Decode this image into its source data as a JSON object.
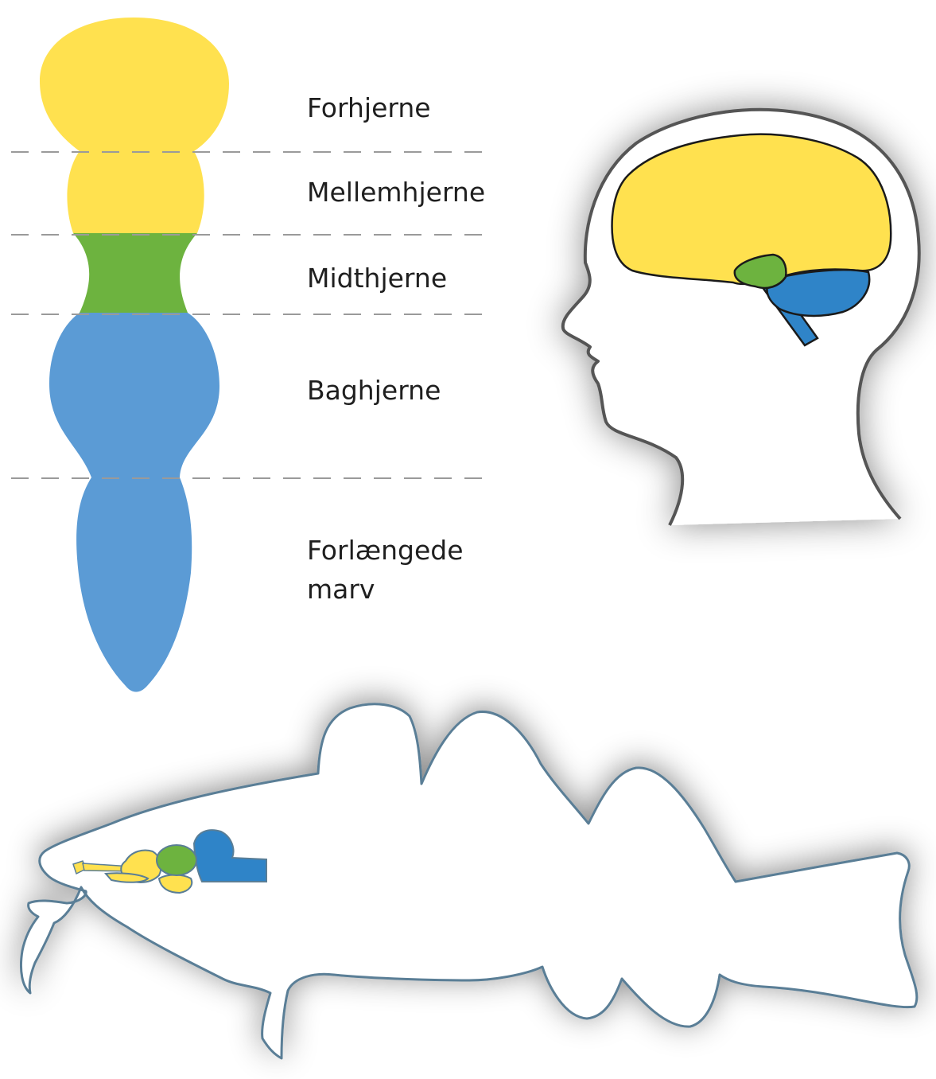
{
  "labels": {
    "forebrain": "Forhjerne",
    "diencephalon": "Mellemhjerne",
    "midbrain": "Midthjerne",
    "hindbrain": "Baghjerne",
    "medulla_line1": "Forlængede",
    "medulla_line2": "marv"
  },
  "colors": {
    "forebrain": "#ffe14f",
    "midbrain": "#6db33f",
    "hindbrain": "#5b9bd5",
    "human_hindbrain": "#2f84c8",
    "divider": "#9a9a9a",
    "head_outline": "#555555",
    "fish_outline": "#5a7e96",
    "brain_outline": "#1a1a1a"
  }
}
